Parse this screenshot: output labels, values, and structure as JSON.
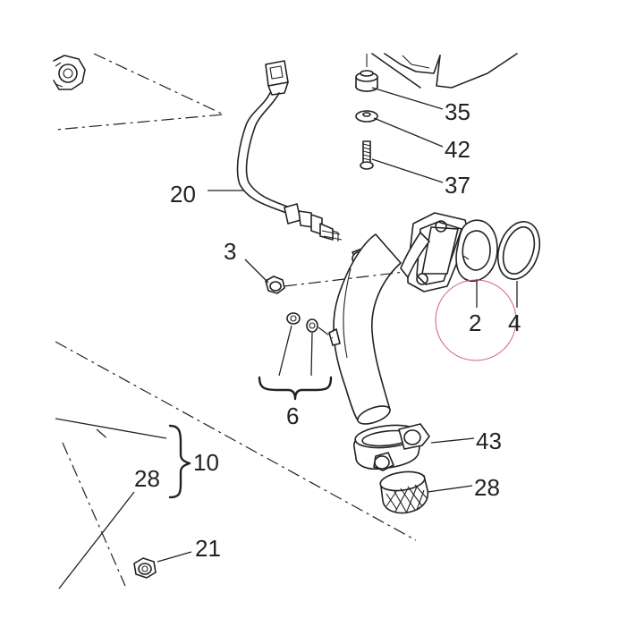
{
  "callouts": {
    "c35": "35",
    "c42": "42",
    "c37": "37",
    "c20": "20",
    "c3": "3",
    "c2": "2",
    "c4": "4",
    "c6": "6",
    "c10": "10",
    "c28a": "28",
    "c43": "43",
    "c28b": "28",
    "c21": "21"
  },
  "colors": {
    "line": "#222222",
    "annotation_circle": "#d06070",
    "background": "#ffffff"
  }
}
